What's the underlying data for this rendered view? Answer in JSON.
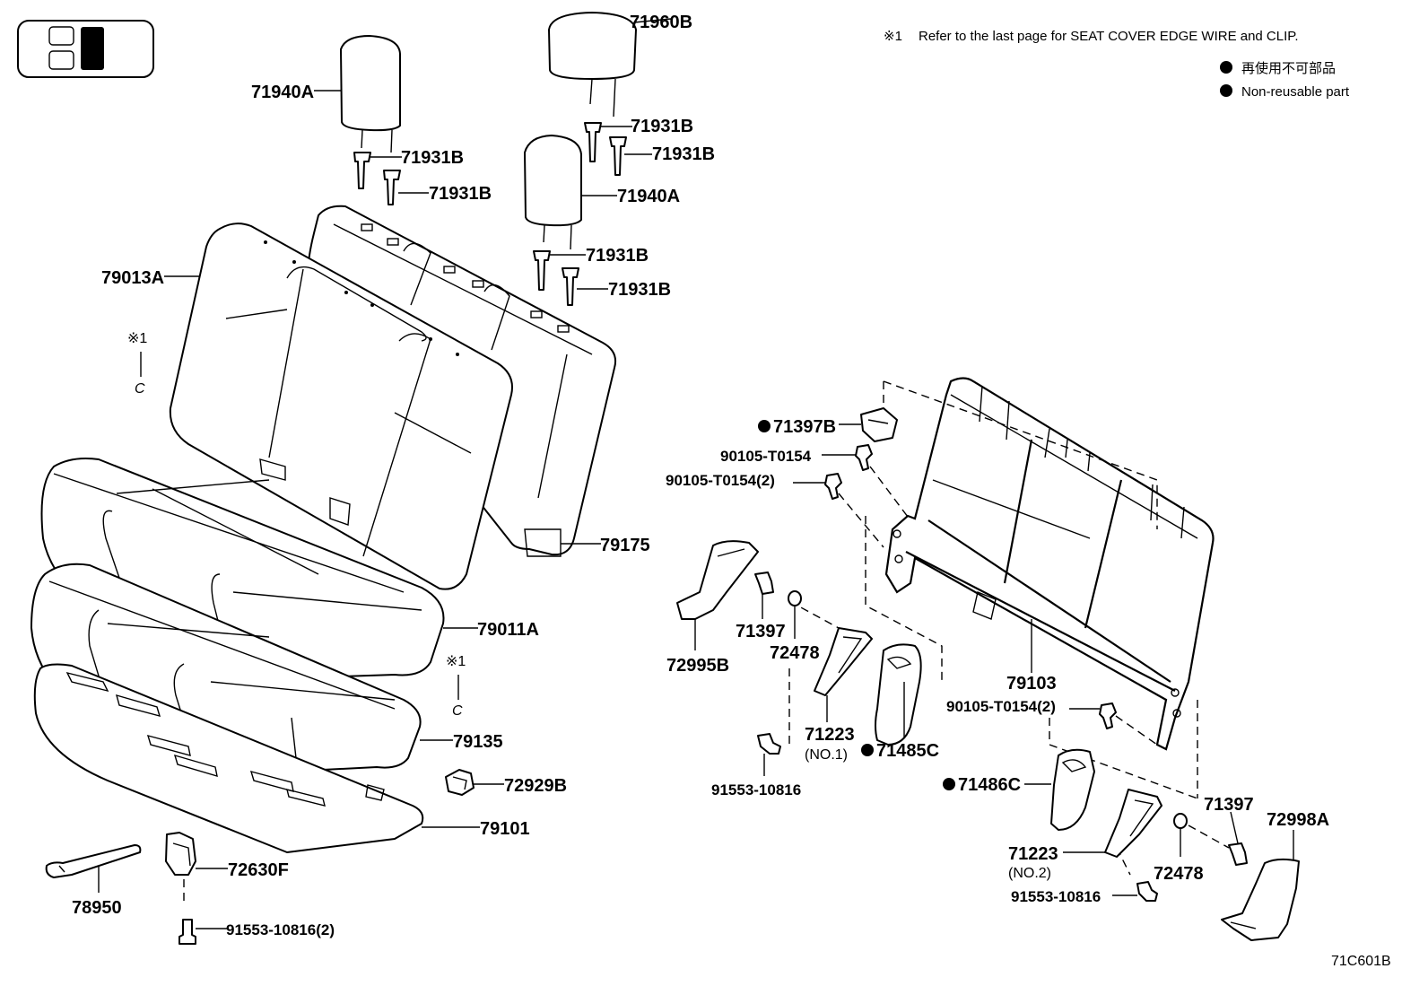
{
  "header_note": {
    "mark": "※1",
    "text": "Refer to the last page for SEAT COVER EDGE WIRE and CLIP."
  },
  "legend": {
    "line1": "再使用不可部品",
    "line2": "Non-reusable part"
  },
  "figure_id": "71C601B",
  "ref_marks": {
    "note_left": "※1",
    "clip_left": "C",
    "note_mid": "※1",
    "clip_mid": "C"
  },
  "parts": {
    "p71960B": "71960B",
    "p71940A_left": "71940A",
    "p71931B_l1": "71931B",
    "p71931B_l2": "71931B",
    "p71931B_r1": "71931B",
    "p71931B_r2": "71931B",
    "p71940A_right": "71940A",
    "p71931B_r3": "71931B",
    "p71931B_r4": "71931B",
    "p79013A": "79013A",
    "p79175": "79175",
    "p79011A": "79011A",
    "p79135": "79135",
    "p72929B": "72929B",
    "p79101": "79101",
    "p72630F": "72630F",
    "p78950": "78950",
    "p91553_10816_2": "91553-10816(2)",
    "p71397B": "71397B",
    "p90105_T0154": "90105-T0154",
    "p90105_T0154_2a": "90105-T0154(2)",
    "p72995B": "72995B",
    "p71397_a": "71397",
    "p72478_a": "72478",
    "p71223_no1": "71223",
    "no1": "(NO.1)",
    "p71485C": "71485C",
    "p91553_10816_a": "91553-10816",
    "p79103": "79103",
    "p90105_T0154_2b": "90105-T0154(2)",
    "p71486C": "71486C",
    "p71397_b": "71397",
    "p72998A": "72998A",
    "p71223_no2": "71223",
    "no2": "(NO.2)",
    "p72478_b": "72478",
    "p91553_10816_b": "91553-10816"
  }
}
